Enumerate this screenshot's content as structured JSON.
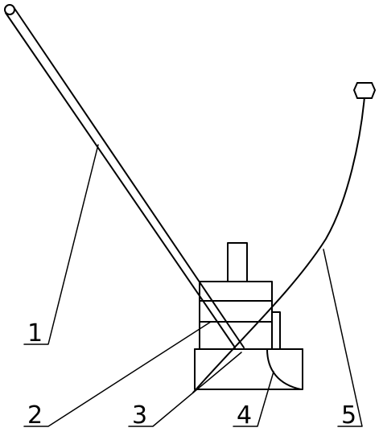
{
  "labels": {
    "part_1": "1",
    "part_2": "2",
    "part_3": "3",
    "part_4": "4",
    "part_5": "5"
  },
  "colors": {
    "line": "#000000",
    "background": "#ffffff"
  }
}
